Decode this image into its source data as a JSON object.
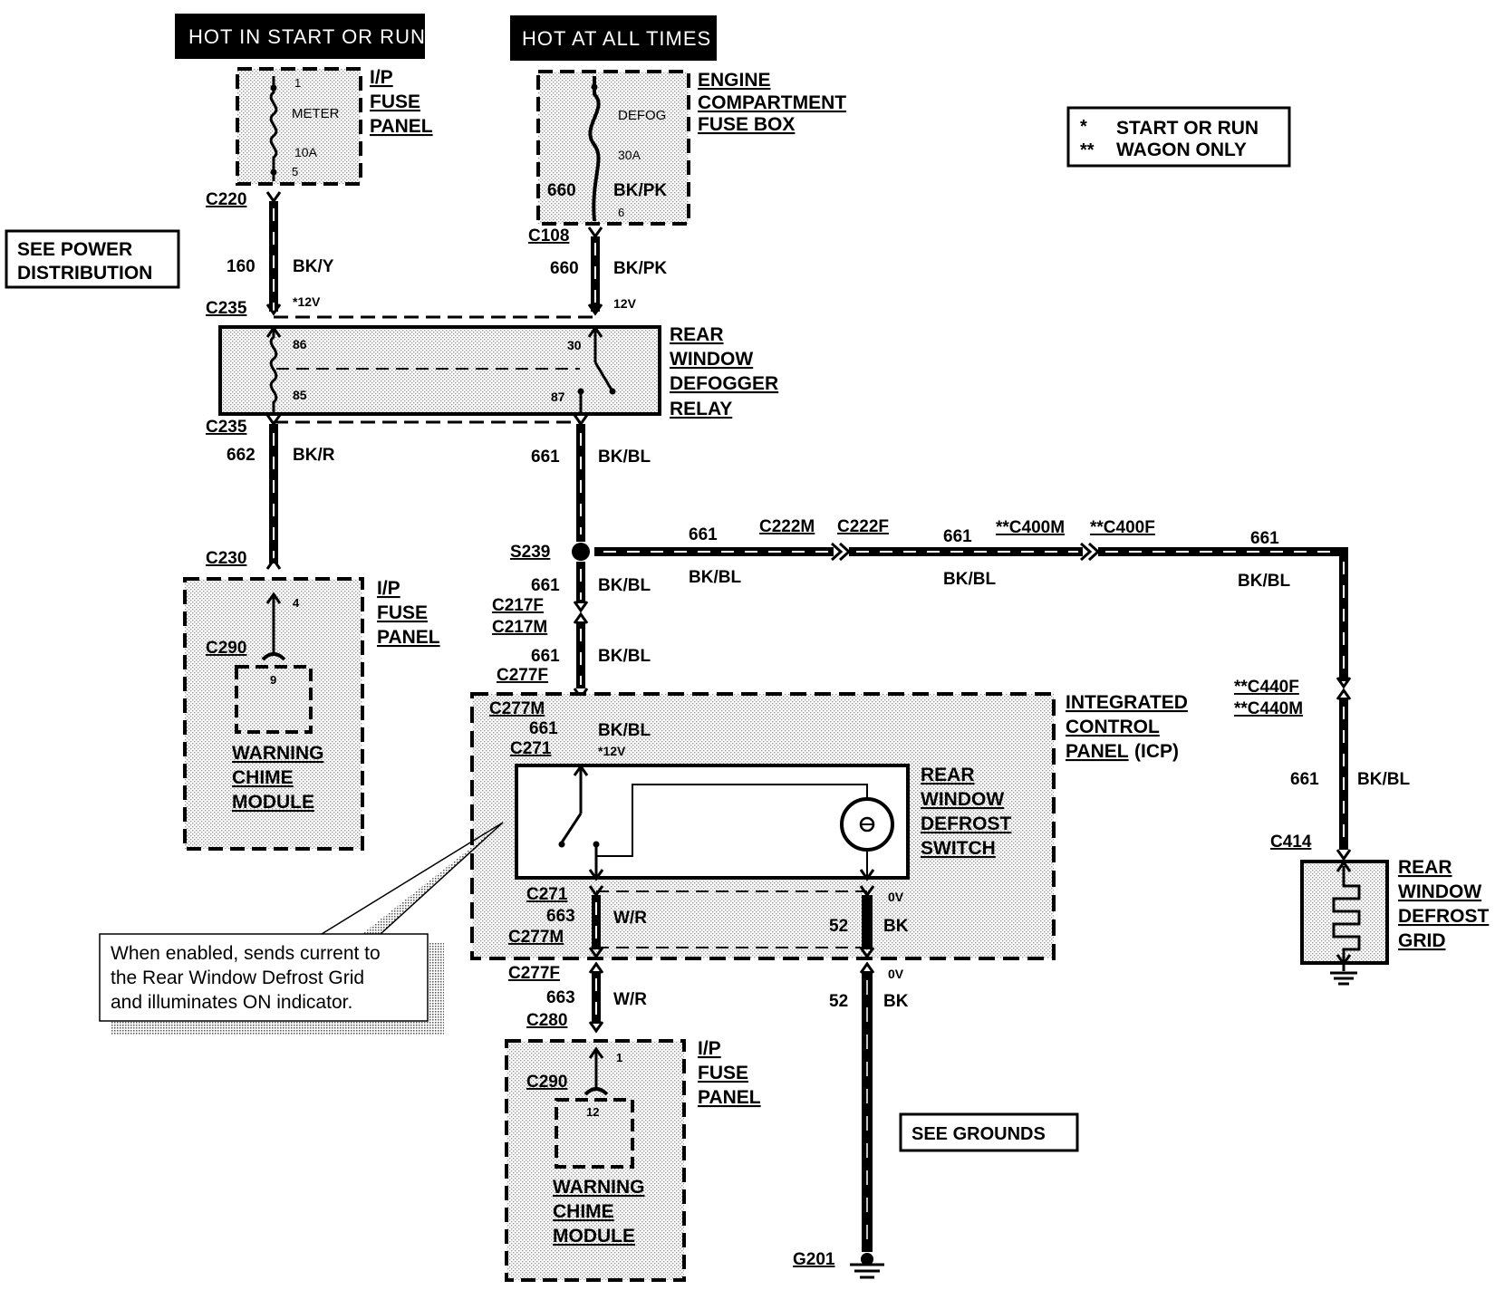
{
  "headers": {
    "hot_start_run": "HOT IN START OR RUN",
    "hot_all_times": "HOT AT ALL TIMES"
  },
  "legend": {
    "star": "*",
    "star_text": "START OR RUN",
    "dstar": "**",
    "dstar_text": "WAGON ONLY"
  },
  "see_power": [
    "SEE POWER",
    "DISTRIBUTION"
  ],
  "see_grounds": "SEE GROUNDS",
  "fuse_meter": {
    "pin_top": "1",
    "name": "METER",
    "amps": "10A",
    "pin_bot": "5"
  },
  "fuse_defog": {
    "name": "DEFOG",
    "amps": "30A",
    "circuit": "660",
    "color": "BK/PK",
    "pin_bot": "6"
  },
  "labels": {
    "ip_fuse_panel": [
      "I/P",
      "FUSE",
      "PANEL"
    ],
    "engine_fuse_box": [
      "ENGINE",
      "COMPARTMENT",
      "FUSE BOX"
    ],
    "relay": [
      "REAR",
      "WINDOW",
      "DEFOGGER",
      "RELAY"
    ],
    "chime": [
      "WARNING",
      "CHIME",
      "MODULE"
    ],
    "icp": [
      "INTEGRATED",
      "CONTROL",
      "PANEL",
      "(ICP)"
    ],
    "defrost_switch": [
      "REAR",
      "WINDOW",
      "DEFROST",
      "SWITCH"
    ],
    "defrost_grid": [
      "REAR",
      "WINDOW",
      "DEFROST",
      "GRID"
    ]
  },
  "relay_pins": {
    "p86": "86",
    "p85": "85",
    "p30": "30",
    "p87": "87"
  },
  "connectors": {
    "c220": "C220",
    "c235": "C235",
    "c108": "C108",
    "c230": "C230",
    "c290": "C290",
    "s239": "S239",
    "c217f": "C217F",
    "c217m": "C217M",
    "c277f": "C277F",
    "c277m": "C277M",
    "c271": "C271",
    "c222m": "C222M",
    "c222f": "C222F",
    "c400m": "**C400M",
    "c400f": "**C400F",
    "c440f": "**C440F",
    "c440m": "**C440M",
    "c414": "C414",
    "c280": "C280",
    "g201": "G201"
  },
  "wires": {
    "w160": "160",
    "bky": "BK/Y",
    "w660": "660",
    "bkpk": "BK/PK",
    "w662": "662",
    "bkr": "BK/R",
    "w661": "661",
    "bkbl": "BK/BL",
    "w663": "663",
    "wr": "W/R",
    "w52": "52",
    "bk": "BK"
  },
  "voltages": {
    "v12star": "*12V",
    "v12": "12V",
    "v0": "0V"
  },
  "pins": {
    "chime_4": "4",
    "chime_9": "9",
    "chime_1": "1",
    "chime_12": "12"
  },
  "callout": [
    "When enabled, sends current to",
    "the Rear Window Defrost Grid",
    "and illuminates ON indicator."
  ]
}
